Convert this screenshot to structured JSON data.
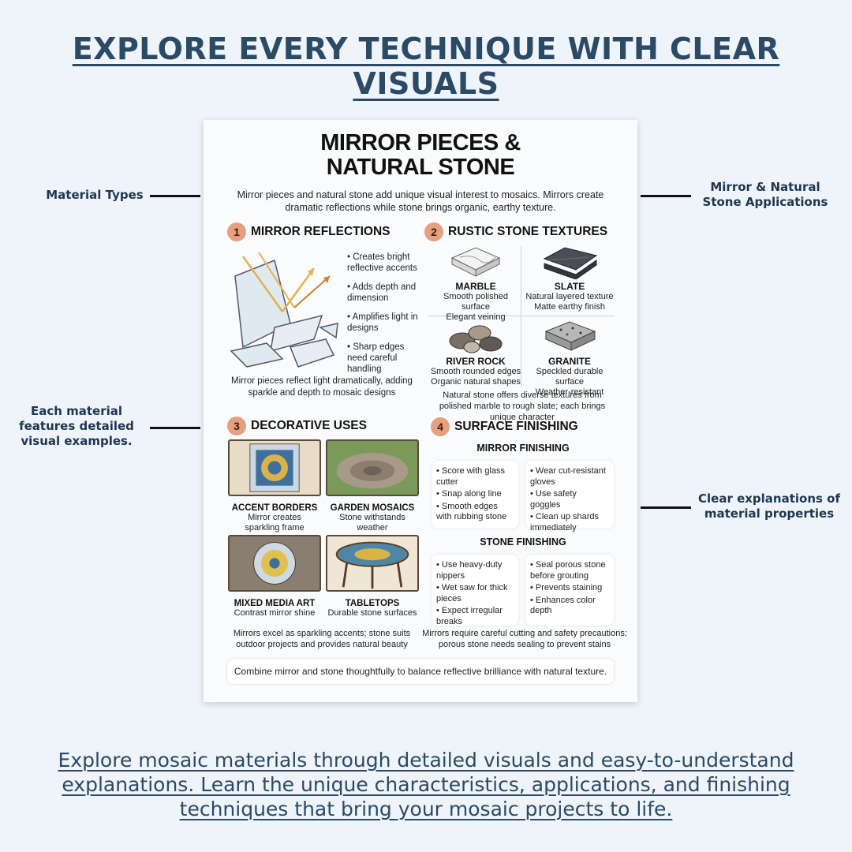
{
  "headline": "EXPLORE EVERY TECHNIQUE WITH CLEAR VISUALS",
  "callouts": {
    "material_types": "Material Types",
    "each_material": "Each material features detailed visual examples.",
    "applications": "Mirror & Natural Stone Applications",
    "explanations": "Clear explanations of material properties"
  },
  "footer": "Explore mosaic materials through detailed visuals and easy-to-understand explanations. Learn the unique characteristics, applications, and finishing techniques that bring your mosaic projects to life.",
  "poster": {
    "title_line1": "MIRROR PIECES &",
    "title_line2": "NATURAL STONE",
    "intro": "Mirror pieces and natural stone add unique visual interest to mosaics. Mirrors create dramatic reflections while stone brings organic, earthy texture.",
    "sections": [
      {
        "num": "1",
        "title": "MIRROR REFLECTIONS"
      },
      {
        "num": "2",
        "title": "RUSTIC STONE TEXTURES"
      },
      {
        "num": "3",
        "title": "DECORATIVE USES"
      },
      {
        "num": "4",
        "title": "SURFACE FINISHING"
      }
    ],
    "mirror_bullets": [
      "• Creates bright reflective accents",
      "• Adds depth and dimension",
      "• Amplifies light in designs",
      "• Sharp edges need careful handling"
    ],
    "mirror_note": "Mirror pieces reflect light dramatically, adding sparkle and depth to mosaic designs",
    "stones": [
      {
        "name": "MARBLE",
        "d1": "Smooth polished surface",
        "d2": "Elegant veining"
      },
      {
        "name": "SLATE",
        "d1": "Natural layered texture",
        "d2": "Matte earthy finish"
      },
      {
        "name": "RIVER ROCK",
        "d1": "Smooth rounded edges",
        "d2": "Organic natural shapes"
      },
      {
        "name": "GRANITE",
        "d1": "Speckled durable surface",
        "d2": "Weather-resistant"
      }
    ],
    "stone_note": "Natural stone offers diverse textures from polished marble to rough slate; each brings unique character",
    "decos": [
      {
        "name": "ACCENT BORDERS",
        "d1": "Mirror creates",
        "d2": "sparkling frame"
      },
      {
        "name": "GARDEN MOSAICS",
        "d1": "Stone withstands",
        "d2": "weather"
      },
      {
        "name": "MIXED MEDIA ART",
        "d1": "Contrast mirror shine",
        "d2": ""
      },
      {
        "name": "TABLETOPS",
        "d1": "Durable stone surfaces",
        "d2": ""
      }
    ],
    "deco_note": "Mirrors excel as sparkling accents; stone suits outdoor projects and provides natural beauty",
    "mirror_finishing": {
      "title": "MIRROR FINISHING",
      "left": [
        "• Score with glass cutter",
        "• Snap along line",
        "• Smooth edges with rubbing stone"
      ],
      "right": [
        "• Wear cut-resistant gloves",
        "• Use safety goggles",
        "• Clean up shards immediately"
      ]
    },
    "stone_finishing": {
      "title": "STONE FINISHING",
      "left": [
        "• Use heavy-duty nippers",
        "• Wet saw for thick pieces",
        "• Expect irregular breaks"
      ],
      "right": [
        "• Seal porous stone before grouting",
        "• Prevents staining",
        "• Enhances color depth"
      ]
    },
    "finish_note": "Mirrors require careful cutting and safety precautions; porous stone needs sealing to prevent stains",
    "combine": "Combine mirror and stone thoughtfully to balance reflective brilliance with natural texture."
  }
}
